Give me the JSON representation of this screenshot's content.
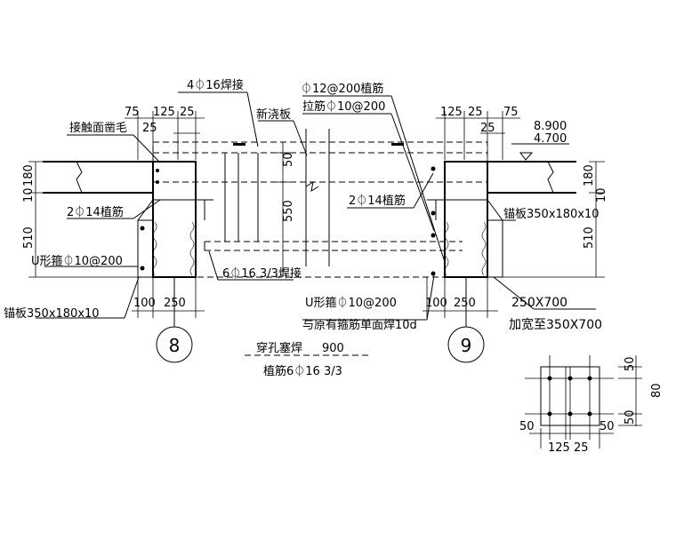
{
  "labels": {
    "weld_4_16": "4⏀16焊接",
    "planted_12_200": "⏀12@200植筋",
    "tie_10_200": "拉筋⏀10@200",
    "new_slab": "新浇板",
    "roughen": "接触面凿毛",
    "plant_2_14_left": "2⏀14植筋",
    "plant_2_14_right": "2⏀14植筋",
    "u_stirrup_left": "U形箍⏀10@200",
    "u_stirrup_right": "U形箍⏀10@200",
    "anchor_left": "锚板350x180x10",
    "anchor_right": "锚板350x180x10",
    "weld_6_16": "6⏀16 3/3焊接",
    "weld_single": "与原有箍筋单面焊10d",
    "beam_size": "250X700",
    "widen": "加宽至350X700",
    "plug_weld": "穿孔塞焊",
    "plug_len": "900",
    "plant_6_16": "植筋6⏀16 3/3",
    "elev_top": "8.900",
    "elev_bot": "4.700",
    "axis_left": "8",
    "axis_right": "9"
  },
  "dims": {
    "d75_l": "75",
    "d125_l": "125",
    "d25_l": "25",
    "d25_l2": "25",
    "d125_r": "125",
    "d25_r": "25",
    "d75_r": "75",
    "d25_r2": "25",
    "d50": "50",
    "d550": "550",
    "d180_l": "180",
    "d10_l": "10",
    "d510_l": "510",
    "d180_r": "180",
    "d10_r": "10",
    "d510_r": "510",
    "d100_l": "100",
    "d250_l": "250",
    "d100_r": "100",
    "d250_r": "250",
    "s50_top": "50",
    "s80": "80",
    "s50_bot": "50",
    "s50_l": "50",
    "s50_r": "50",
    "s125": "125",
    "s25": "25"
  }
}
